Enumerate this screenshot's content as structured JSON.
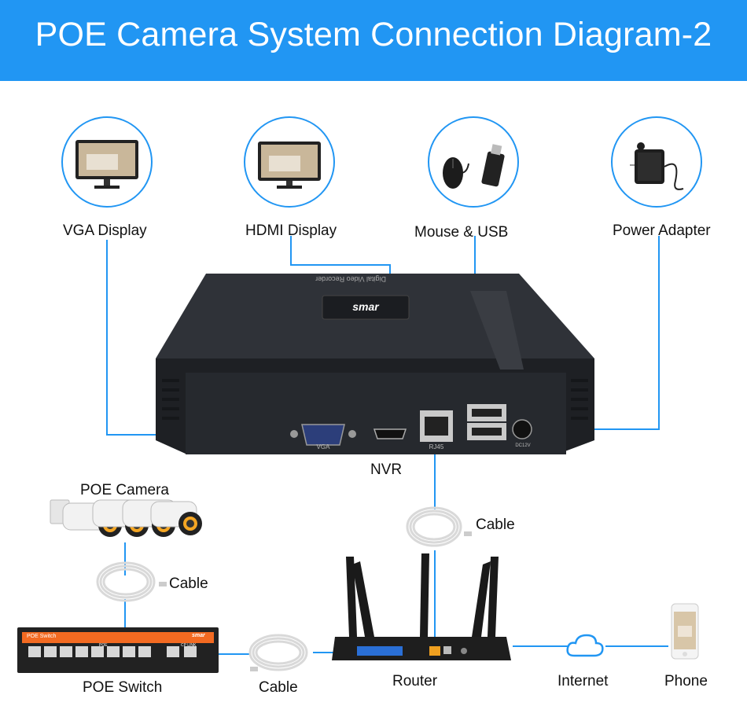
{
  "title": "POE Camera System Connection Diagram-2",
  "accent_color": "#2196f3",
  "line_color": "#2196f3",
  "nodes": {
    "vga_display": "VGA Display",
    "hdmi_display": "HDMI Display",
    "mouse_usb": "Mouse & USB",
    "power_adapter": "Power Adapter",
    "nvr": "NVR",
    "poe_camera": "POE Camera",
    "cable_top": "Cable",
    "cable_left": "Cable",
    "cable_bottom": "Cable",
    "poe_switch": "POE Switch",
    "router": "Router",
    "internet": "Internet",
    "phone": "Phone"
  },
  "device_text": {
    "nvr_brand": "smar",
    "nvr_top_text": "Digital Video Recorder",
    "vga_port": "VGA",
    "rj45_port": "RJ45",
    "dc_port": "DC12V",
    "switch_brand_left": "POE Switch",
    "switch_brand_right": "smar",
    "switch_poe": "POE",
    "switch_uplink": "CP LINK"
  },
  "icons": [
    "monitor-icon",
    "monitor-icon",
    "mouse-icon",
    "usb-dongle-icon",
    "power-adapter-icon",
    "cloud-icon",
    "phone-icon",
    "camera-icon",
    "router-icon",
    "switch-icon",
    "nvr-icon"
  ]
}
